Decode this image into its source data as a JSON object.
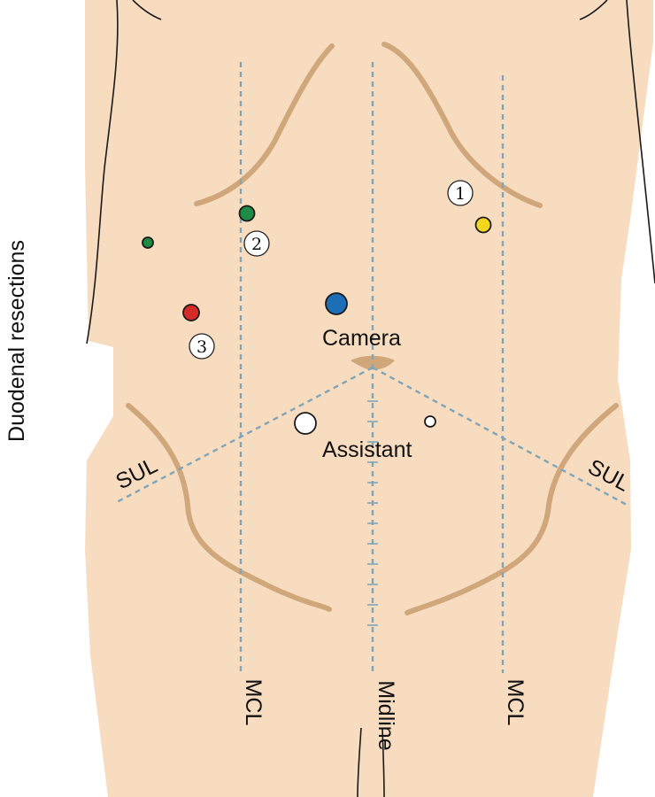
{
  "side_title": "Duodenal resections",
  "labels": {
    "camera": "Camera",
    "assistant": "Assistant",
    "sul_left": "SUL",
    "sul_right": "SUL",
    "mcl_left": "MCL",
    "midline": "Midline",
    "mcl_right": "MCL"
  },
  "port_numbers": {
    "one": "1",
    "two": "2",
    "three": "3"
  },
  "colors": {
    "skin": "#f8dcc0",
    "contour": "#cfa77b",
    "guide_lines": "#7fa5b8",
    "port_camera": "#1d6fb5",
    "port_arm_1": "#f1d81e",
    "port_arm_2": "#1e8c45",
    "port_arm_3": "#d42a28",
    "port_assistant": "#ffffff"
  }
}
